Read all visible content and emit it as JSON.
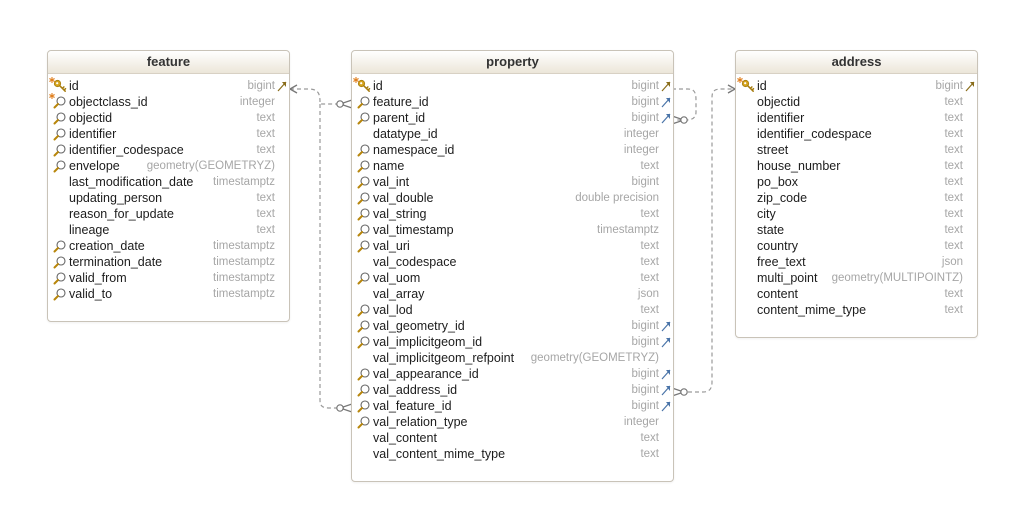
{
  "tables": [
    {
      "id": "feature",
      "title": "feature",
      "columns": [
        {
          "name": "id",
          "type": "bigint",
          "pk": true,
          "index": false,
          "required": true,
          "fk": false,
          "ref": true
        },
        {
          "name": "objectclass_id",
          "type": "integer",
          "pk": false,
          "index": true,
          "required": true,
          "fk": false,
          "ref": false
        },
        {
          "name": "objectid",
          "type": "text",
          "pk": false,
          "index": true,
          "required": false,
          "fk": false,
          "ref": false
        },
        {
          "name": "identifier",
          "type": "text",
          "pk": false,
          "index": true,
          "required": false,
          "fk": false,
          "ref": false
        },
        {
          "name": "identifier_codespace",
          "type": "text",
          "pk": false,
          "index": true,
          "required": false,
          "fk": false,
          "ref": false
        },
        {
          "name": "envelope",
          "type": "geometry(GEOMETRYZ)",
          "pk": false,
          "index": true,
          "required": false,
          "fk": false,
          "ref": false
        },
        {
          "name": "last_modification_date",
          "type": "timestamptz",
          "pk": false,
          "index": false,
          "required": false,
          "fk": false,
          "ref": false
        },
        {
          "name": "updating_person",
          "type": "text",
          "pk": false,
          "index": false,
          "required": false,
          "fk": false,
          "ref": false
        },
        {
          "name": "reason_for_update",
          "type": "text",
          "pk": false,
          "index": false,
          "required": false,
          "fk": false,
          "ref": false
        },
        {
          "name": "lineage",
          "type": "text",
          "pk": false,
          "index": false,
          "required": false,
          "fk": false,
          "ref": false
        },
        {
          "name": "creation_date",
          "type": "timestamptz",
          "pk": false,
          "index": true,
          "required": false,
          "fk": false,
          "ref": false
        },
        {
          "name": "termination_date",
          "type": "timestamptz",
          "pk": false,
          "index": true,
          "required": false,
          "fk": false,
          "ref": false
        },
        {
          "name": "valid_from",
          "type": "timestamptz",
          "pk": false,
          "index": true,
          "required": false,
          "fk": false,
          "ref": false
        },
        {
          "name": "valid_to",
          "type": "timestamptz",
          "pk": false,
          "index": true,
          "required": false,
          "fk": false,
          "ref": false
        }
      ]
    },
    {
      "id": "property",
      "title": "property",
      "columns": [
        {
          "name": "id",
          "type": "bigint",
          "pk": true,
          "index": false,
          "required": true,
          "fk": false,
          "ref": true
        },
        {
          "name": "feature_id",
          "type": "bigint",
          "pk": false,
          "index": true,
          "required": false,
          "fk": true,
          "ref": false
        },
        {
          "name": "parent_id",
          "type": "bigint",
          "pk": false,
          "index": true,
          "required": false,
          "fk": true,
          "ref": false
        },
        {
          "name": "datatype_id",
          "type": "integer",
          "pk": false,
          "index": false,
          "required": false,
          "fk": false,
          "ref": false
        },
        {
          "name": "namespace_id",
          "type": "integer",
          "pk": false,
          "index": true,
          "required": false,
          "fk": false,
          "ref": false
        },
        {
          "name": "name",
          "type": "text",
          "pk": false,
          "index": true,
          "required": false,
          "fk": false,
          "ref": false
        },
        {
          "name": "val_int",
          "type": "bigint",
          "pk": false,
          "index": true,
          "required": false,
          "fk": false,
          "ref": false
        },
        {
          "name": "val_double",
          "type": "double precision",
          "pk": false,
          "index": true,
          "required": false,
          "fk": false,
          "ref": false
        },
        {
          "name": "val_string",
          "type": "text",
          "pk": false,
          "index": true,
          "required": false,
          "fk": false,
          "ref": false
        },
        {
          "name": "val_timestamp",
          "type": "timestamptz",
          "pk": false,
          "index": true,
          "required": false,
          "fk": false,
          "ref": false
        },
        {
          "name": "val_uri",
          "type": "text",
          "pk": false,
          "index": true,
          "required": false,
          "fk": false,
          "ref": false
        },
        {
          "name": "val_codespace",
          "type": "text",
          "pk": false,
          "index": false,
          "required": false,
          "fk": false,
          "ref": false
        },
        {
          "name": "val_uom",
          "type": "text",
          "pk": false,
          "index": true,
          "required": false,
          "fk": false,
          "ref": false
        },
        {
          "name": "val_array",
          "type": "json",
          "pk": false,
          "index": false,
          "required": false,
          "fk": false,
          "ref": false
        },
        {
          "name": "val_lod",
          "type": "text",
          "pk": false,
          "index": true,
          "required": false,
          "fk": false,
          "ref": false
        },
        {
          "name": "val_geometry_id",
          "type": "bigint",
          "pk": false,
          "index": true,
          "required": false,
          "fk": true,
          "ref": false
        },
        {
          "name": "val_implicitgeom_id",
          "type": "bigint",
          "pk": false,
          "index": true,
          "required": false,
          "fk": true,
          "ref": false
        },
        {
          "name": "val_implicitgeom_refpoint",
          "type": "geometry(GEOMETRYZ)",
          "pk": false,
          "index": false,
          "required": false,
          "fk": false,
          "ref": false
        },
        {
          "name": "val_appearance_id",
          "type": "bigint",
          "pk": false,
          "index": true,
          "required": false,
          "fk": true,
          "ref": false
        },
        {
          "name": "val_address_id",
          "type": "bigint",
          "pk": false,
          "index": true,
          "required": false,
          "fk": true,
          "ref": false
        },
        {
          "name": "val_feature_id",
          "type": "bigint",
          "pk": false,
          "index": true,
          "required": false,
          "fk": true,
          "ref": false
        },
        {
          "name": "val_relation_type",
          "type": "integer",
          "pk": false,
          "index": true,
          "required": false,
          "fk": false,
          "ref": false
        },
        {
          "name": "val_content",
          "type": "text",
          "pk": false,
          "index": false,
          "required": false,
          "fk": false,
          "ref": false
        },
        {
          "name": "val_content_mime_type",
          "type": "text",
          "pk": false,
          "index": false,
          "required": false,
          "fk": false,
          "ref": false
        }
      ]
    },
    {
      "id": "address",
      "title": "address",
      "columns": [
        {
          "name": "id",
          "type": "bigint",
          "pk": true,
          "index": false,
          "required": true,
          "fk": false,
          "ref": true
        },
        {
          "name": "objectid",
          "type": "text",
          "pk": false,
          "index": false,
          "required": false,
          "fk": false,
          "ref": false
        },
        {
          "name": "identifier",
          "type": "text",
          "pk": false,
          "index": false,
          "required": false,
          "fk": false,
          "ref": false
        },
        {
          "name": "identifier_codespace",
          "type": "text",
          "pk": false,
          "index": false,
          "required": false,
          "fk": false,
          "ref": false
        },
        {
          "name": "street",
          "type": "text",
          "pk": false,
          "index": false,
          "required": false,
          "fk": false,
          "ref": false
        },
        {
          "name": "house_number",
          "type": "text",
          "pk": false,
          "index": false,
          "required": false,
          "fk": false,
          "ref": false
        },
        {
          "name": "po_box",
          "type": "text",
          "pk": false,
          "index": false,
          "required": false,
          "fk": false,
          "ref": false
        },
        {
          "name": "zip_code",
          "type": "text",
          "pk": false,
          "index": false,
          "required": false,
          "fk": false,
          "ref": false
        },
        {
          "name": "city",
          "type": "text",
          "pk": false,
          "index": false,
          "required": false,
          "fk": false,
          "ref": false
        },
        {
          "name": "state",
          "type": "text",
          "pk": false,
          "index": false,
          "required": false,
          "fk": false,
          "ref": false
        },
        {
          "name": "country",
          "type": "text",
          "pk": false,
          "index": false,
          "required": false,
          "fk": false,
          "ref": false
        },
        {
          "name": "free_text",
          "type": "json",
          "pk": false,
          "index": false,
          "required": false,
          "fk": false,
          "ref": false
        },
        {
          "name": "multi_point",
          "type": "geometry(MULTIPOINTZ)",
          "pk": false,
          "index": false,
          "required": false,
          "fk": false,
          "ref": false
        },
        {
          "name": "content",
          "type": "text",
          "pk": false,
          "index": false,
          "required": false,
          "fk": false,
          "ref": false
        },
        {
          "name": "content_mime_type",
          "type": "text",
          "pk": false,
          "index": false,
          "required": false,
          "fk": false,
          "ref": false
        }
      ]
    }
  ],
  "relationships": [
    {
      "from": "property.feature_id",
      "to": "feature.id"
    },
    {
      "from": "property.val_feature_id",
      "to": "feature.id"
    },
    {
      "from": "property.parent_id",
      "to": "property.id"
    },
    {
      "from": "property.val_address_id",
      "to": "address.id"
    }
  ],
  "colors": {
    "key_icon": "#d4a21a",
    "index_icon": "#666666",
    "ref_arrow": "#8a6d1a",
    "fk_arrow": "#4a74a8",
    "connector": "#9a9a9a",
    "type_text": "#a6a6a6",
    "header_gradient_end": "#ece6d9"
  }
}
